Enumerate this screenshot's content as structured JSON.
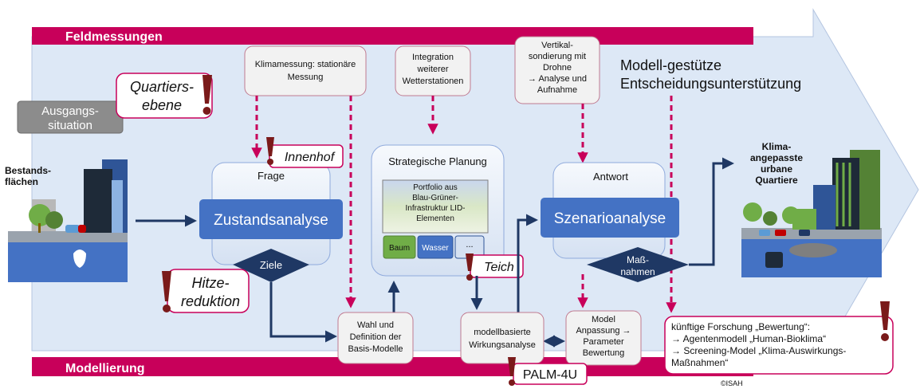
{
  "bands": {
    "top": "Feldmessungen",
    "bottom": "Modellierung",
    "arrow_title_l1": "Modell-gestütze",
    "arrow_title_l2": "Entscheidungsunterstützung"
  },
  "tags": {
    "quartiers_l1": "Quartiers-",
    "quartiers_l2": "ebene",
    "innenhof": "Innenhof",
    "hitze_l1": "Hitze-",
    "hitze_l2": "reduktion",
    "teich": "Teich",
    "palm": "PALM-4U"
  },
  "ausgang": {
    "l1": "Ausgangs-",
    "l2": "situation"
  },
  "bestand": {
    "l1": "Bestands-",
    "l2": "flächen"
  },
  "klima_label": {
    "l1": "Klima-",
    "l2": "angepasste",
    "l3": "urbane",
    "l4": "Quartiere"
  },
  "measure_boxes": {
    "klima_l1": "Klimamessung: stationäre",
    "klima_l2": "Messung",
    "integ_l1": "Integration",
    "integ_l2": "weiterer",
    "integ_l3": "Wetterstationen",
    "vert_l1": "Vertikal-",
    "vert_l2": "sondierung mit",
    "vert_l3": "Drohne",
    "vert_l4": "→ Analyse und",
    "vert_l5": "Aufnahme"
  },
  "process": {
    "frage": "Frage",
    "zustand": "Zustandsanalyse",
    "ziele": "Ziele",
    "strat": "Strategische Planung",
    "portfolio_l1": "Portfolio aus",
    "portfolio_l2": "Blau-Grüner-",
    "portfolio_l3": "Infrastruktur LID-",
    "portfolio_l4": "Elementen",
    "baum": "Baum",
    "wasser": "Wasser",
    "more": "...",
    "antwort": "Antwort",
    "szenario": "Szenarioanalyse",
    "mass_l1": "Maß-",
    "mass_l2": "nahmen"
  },
  "model_boxes": {
    "wahl_l1": "Wahl und",
    "wahl_l2": "Definition der",
    "wahl_l3": "Basis-Modelle",
    "modb_l1": "modellbasierte",
    "modb_l2": "Wirkungsanalyse",
    "anp_l1": "Model",
    "anp_l2": "Anpassung →",
    "anp_l3": "Parameter",
    "anp_l4": "Bewertung"
  },
  "future": {
    "l1": "künftige Forschung „Bewertung“:",
    "l2": "→ Agentenmodell „Human-Bioklima“",
    "l3": "→ Screening-Model „Klima-Auswirkungs-",
    "l4": "Maßnahmen“"
  },
  "copyright": "©ISAH",
  "colors": {
    "magenta": "#c8005a",
    "arrow_fill": "#dde8f6",
    "process_blue": "#4472c4",
    "navy": "#1f3864",
    "box_fill": "#f2f2f2",
    "box_border": "#c07a90",
    "green": "#70ad47"
  }
}
